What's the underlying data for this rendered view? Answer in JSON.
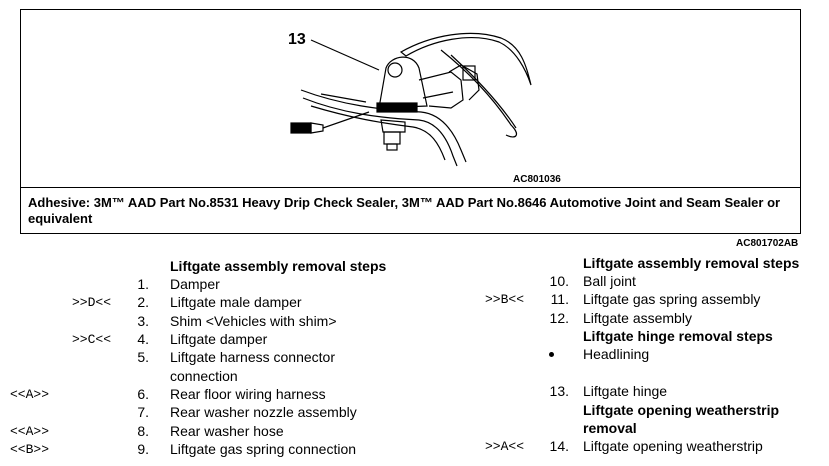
{
  "figure": {
    "callout": "13",
    "code": "AC801036",
    "adhesive_note": "Adhesive: 3M™ AAD Part No.8531 Heavy Drip Check Sealer, 3M™ AAD Part No.8646 Automotive Joint and Seam Sealer or equivalent",
    "outer_code": "AC801702AB"
  },
  "left": {
    "heading": "Liftgate assembly removal steps",
    "rows": [
      {
        "mark": "",
        "num": "1.",
        "text": "Damper"
      },
      {
        "mark": ">>D<<",
        "num": "2.",
        "text": "Liftgate male damper"
      },
      {
        "mark": "",
        "num": "3.",
        "text": "Shim <Vehicles with shim>"
      },
      {
        "mark": ">>C<<",
        "num": "4.",
        "text": "Liftgate damper"
      },
      {
        "mark": "",
        "num": "5.",
        "text": "Liftgate harness connector",
        "text2": "connection"
      },
      {
        "mark": "<<A>>",
        "num": "6.",
        "text": "Rear floor wiring harness"
      },
      {
        "mark": "",
        "num": "7.",
        "text": "Rear washer nozzle assembly"
      },
      {
        "mark": "<<A>>",
        "num": "8.",
        "text": "Rear washer hose"
      },
      {
        "mark": "<<B>>",
        "num": "9.",
        "text": "Liftgate gas spring connection"
      }
    ]
  },
  "right": {
    "heading1": "Liftgate assembly removal steps",
    "rows1": [
      {
        "mark": "",
        "num": "10.",
        "text": "Ball joint"
      },
      {
        "mark": ">>B<<",
        "num": "11.",
        "text": "Liftgate gas spring assembly"
      },
      {
        "mark": "",
        "num": "12.",
        "text": "Liftgate assembly"
      }
    ],
    "heading2": "Liftgate hinge removal steps",
    "headlining": "Headlining",
    "hinge": {
      "num": "13.",
      "text": "Liftgate hinge"
    },
    "heading3": "Liftgate opening weatherstrip",
    "heading3b": "removal",
    "weatherstrip": {
      "mark": ">>A<<",
      "num": "14.",
      "text": "Liftgate opening weatherstrip"
    }
  }
}
